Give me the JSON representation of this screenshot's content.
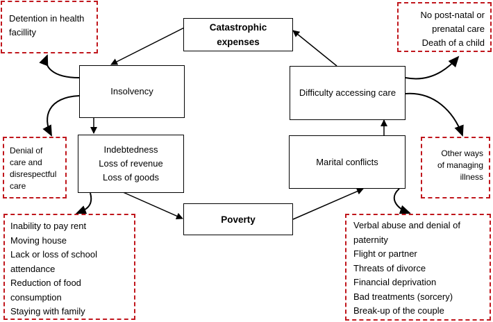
{
  "nodes": {
    "catastrophic": [
      "Catastrophic",
      "expenses"
    ],
    "insolvency": "Insolvency",
    "difficulty": "Difficulty accessing care",
    "indebtedness": [
      "Indebtedness",
      "Loss of revenue",
      "Loss of goods"
    ],
    "marital": "Marital conflicts",
    "poverty": "Poverty"
  },
  "notes": {
    "detention": [
      "Detention in health",
      "facillity"
    ],
    "no_care": [
      "No post-natal or",
      "prenatal care",
      "Death of a child"
    ],
    "denial": [
      "Denial of",
      "care and",
      "disrespectful",
      "care"
    ],
    "other_ways": [
      "Other ways",
      "of managing",
      "illness"
    ],
    "poverty_effects": [
      "Inability to pay rent",
      "Moving house",
      "Lack or loss of school",
      "attendance",
      "Reduction of food",
      "consumption",
      "Staying with family"
    ],
    "conflict_effects": [
      "Verbal abuse and denial of",
      "paternity",
      "Flight or partner",
      "Threats of divorce",
      "Financial deprivation",
      "Bad treatments (sorcery)",
      "Break-up of the couple"
    ]
  },
  "colors": {
    "node_border": "#000000",
    "note_border": "#c0161c"
  }
}
